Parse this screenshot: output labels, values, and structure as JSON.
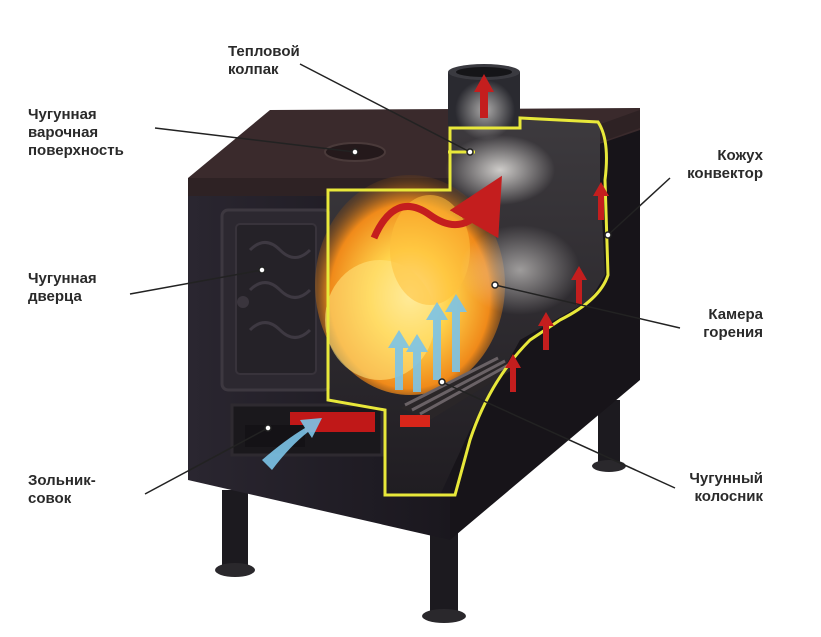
{
  "labels": {
    "heat_cap": {
      "line1": "Тепловой",
      "line2": "колпак"
    },
    "cooktop": {
      "line1": "Чугунная",
      "line2": "варочная",
      "line3": "поверхность"
    },
    "door": {
      "line1": "Чугунная",
      "line2": "дверца"
    },
    "ash_pan": {
      "line1": "Зольник-",
      "line2": "совок"
    },
    "convector": {
      "line1": "Кожух",
      "line2": "конвектор"
    },
    "chamber": {
      "line1": "Камера",
      "line2": "горения"
    },
    "grate": {
      "line1": "Чугунный",
      "line2": "колосник"
    }
  },
  "colors": {
    "stove_body": "#1f1c24",
    "top_plate": "#3a2a2c",
    "outline_highlight": "#e8e83a",
    "hot_arrow": "#c41e1e",
    "cold_arrow": "#7cc4e8",
    "leader_line": "#222222"
  }
}
